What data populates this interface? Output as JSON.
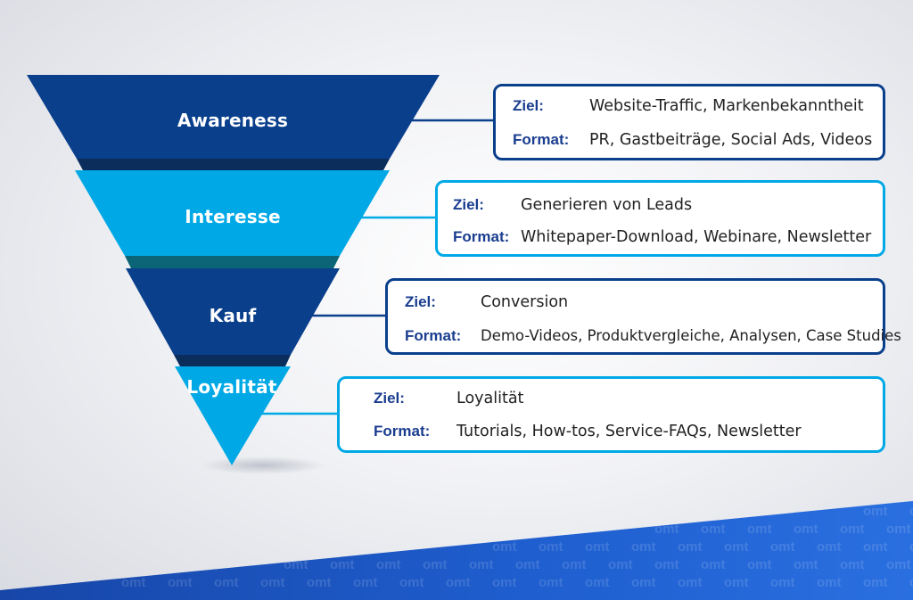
{
  "colors": {
    "dark_blue": "#0a3f8c",
    "dark_blue_shadow": "#0b2d5c",
    "light_blue": "#00a9e6",
    "teal_shadow": "#0c6576",
    "banner_blue": "#1f58c8",
    "watermark": "#ffffff"
  },
  "watermark_text": "omt",
  "funnel": [
    {
      "label": "Awareness",
      "color": "dark_blue"
    },
    {
      "label": "Interesse",
      "color": "light_blue"
    },
    {
      "label": "Kauf",
      "color": "dark_blue"
    },
    {
      "label": "Loyalität",
      "color": "light_blue"
    }
  ],
  "boxes": [
    {
      "ziel_key": "Ziel:",
      "ziel": "Website-Traffic, Markenbekanntheit",
      "format_key": "Format:",
      "format": "PR, Gastbeiträge, Social Ads, Videos",
      "border": "dark_blue"
    },
    {
      "ziel_key": "Ziel:",
      "ziel": "Generieren von Leads",
      "format_key": "Format:",
      "format": "Whitepaper-Download, Webinare, Newsletter",
      "border": "light_blue"
    },
    {
      "ziel_key": "Ziel:",
      "ziel": "Conversion",
      "format_key": "Format:",
      "format": "Demo-Videos, Produktvergleiche,  Analysen, Case Studies",
      "border": "dark_blue"
    },
    {
      "ziel_key": "Ziel:",
      "ziel": "Loyalität",
      "format_key": "Format:",
      "format": "Tutorials, How-tos, Service-FAQs, Newsletter",
      "border": "light_blue"
    }
  ]
}
